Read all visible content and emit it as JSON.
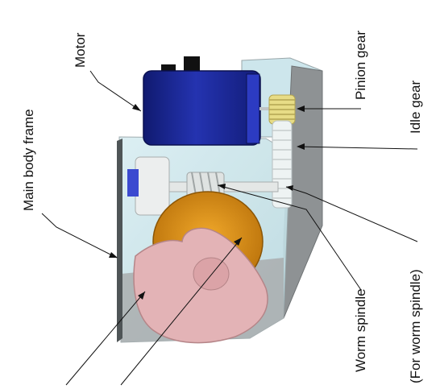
{
  "labels": {
    "motor": "Motor",
    "pinion_gear": "Pinion gear",
    "idle_gear": "Idle gear",
    "main_body_frame": "Main body frame",
    "worm_spindle": "Worm spindle",
    "for_worm_spindle": "(For worm spindle)"
  },
  "colors": {
    "frame_glass": "#cfe8ee",
    "frame_shadow": "#8e9294",
    "motor": "#1e2a9c",
    "worm_wheel": "#d98b10",
    "cam": "#e3b3b6",
    "spindle": "#e4e7e6",
    "pinion": "#e7dc86",
    "idle_gear": "#eef3f3"
  }
}
